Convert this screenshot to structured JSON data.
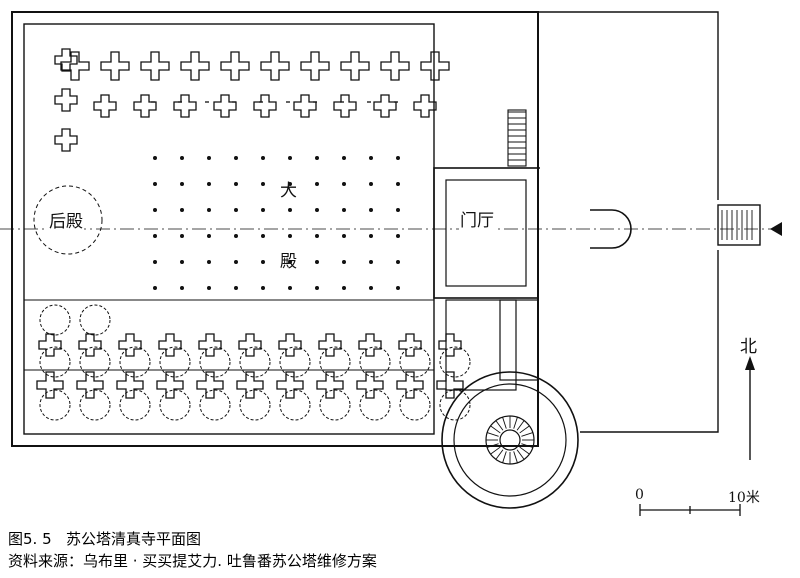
{
  "labels": {
    "main_hall_1": "大",
    "main_hall_2": "殿",
    "rear_hall": "后殿",
    "gate_hall": "门厅",
    "north": "北"
  },
  "scale": {
    "zero": "0",
    "ten": "10米"
  },
  "caption": {
    "figure": "图5. 5",
    "title": "苏公塔清真寺平面图",
    "source": "资料来源：乌布里 · 买买提艾力. 吐鲁番苏公塔维修方案"
  }
}
